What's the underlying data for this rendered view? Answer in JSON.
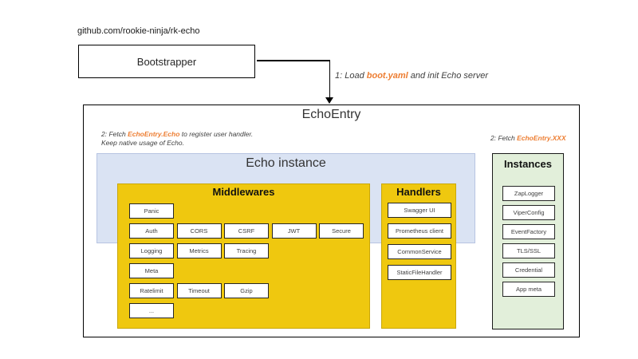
{
  "colors": {
    "gold": "#EFC80F",
    "light_blue": "#DAE3F3",
    "light_green": "#E2EFDA",
    "orange_accent": "#ED7D31",
    "border_black": "#000000"
  },
  "repo_label": "github.com/rookie-ninja/rk-echo",
  "bootstrapper": {
    "label": "Bootstrapper"
  },
  "step1_label": {
    "parts": [
      {
        "text": "1: Load ",
        "orange": false
      },
      {
        "text": "boot.yaml",
        "orange": true
      },
      {
        "text": " and init Echo server",
        "orange": false
      }
    ]
  },
  "echo_entry": {
    "title": "EchoEntry",
    "note_left": {
      "line1_parts": [
        {
          "text": "2: Fetch ",
          "orange": false
        },
        {
          "text": "EchoEntry.Echo",
          "orange": true
        },
        {
          "text": " to register user handler.",
          "orange": false
        }
      ],
      "line2": "Keep native usage of Echo."
    },
    "note_right": {
      "parts": [
        {
          "text": "2: Fetch ",
          "orange": false
        },
        {
          "text": "EchoEntry.XXX",
          "orange": true
        }
      ]
    },
    "echo_instance": {
      "title": "Echo instance",
      "middlewares": {
        "title": "Middlewares",
        "rows": [
          [
            "Panic"
          ],
          [
            "Auth",
            "CORS",
            "CSRF",
            "JWT",
            "Secure"
          ],
          [
            "Logging",
            "Metrics",
            "Tracing"
          ],
          [
            "Meta"
          ],
          [
            "Ratelimit",
            "Timeout",
            "Gzip"
          ],
          [
            "..."
          ]
        ]
      },
      "handlers": {
        "title": "Handlers",
        "items": [
          "Swagger UI",
          "Prometheus client",
          "CommonService",
          "StaticFileHandler"
        ]
      }
    },
    "instances": {
      "title": "Instances",
      "items": [
        "ZapLogger",
        "ViperConfig",
        "EventFactory",
        "TLS/SSL",
        "Credential",
        "App meta"
      ]
    }
  }
}
